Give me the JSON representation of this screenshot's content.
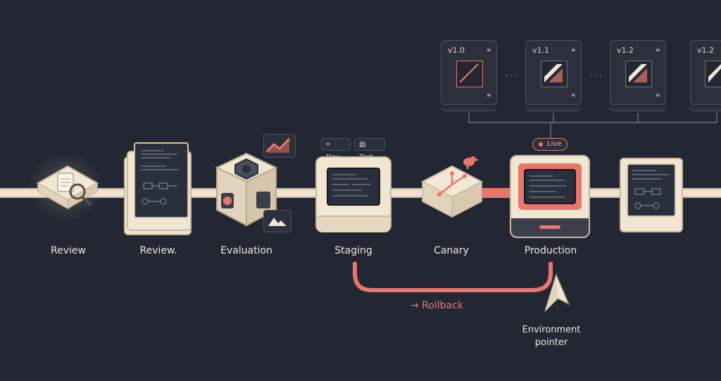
{
  "stages": [
    {
      "label": "Review"
    },
    {
      "label": "Review."
    },
    {
      "label": "Evaluation"
    },
    {
      "label": "Staging"
    },
    {
      "label": "Canary"
    },
    {
      "label": "Production"
    }
  ],
  "tags": {
    "dev": "Dev",
    "test": "Test",
    "live": "Live"
  },
  "versions": [
    "v1.0",
    "v1.1",
    "v1.2",
    "v1.2"
  ],
  "separator": "...",
  "rollback": {
    "arrow": "→",
    "label": "Rollback"
  },
  "pointer": {
    "label_line1": "Environment",
    "label_line2": "pointer"
  },
  "colors": {
    "background": "#232734",
    "accent": "#e9766a",
    "cream": "#f1e6d2"
  }
}
